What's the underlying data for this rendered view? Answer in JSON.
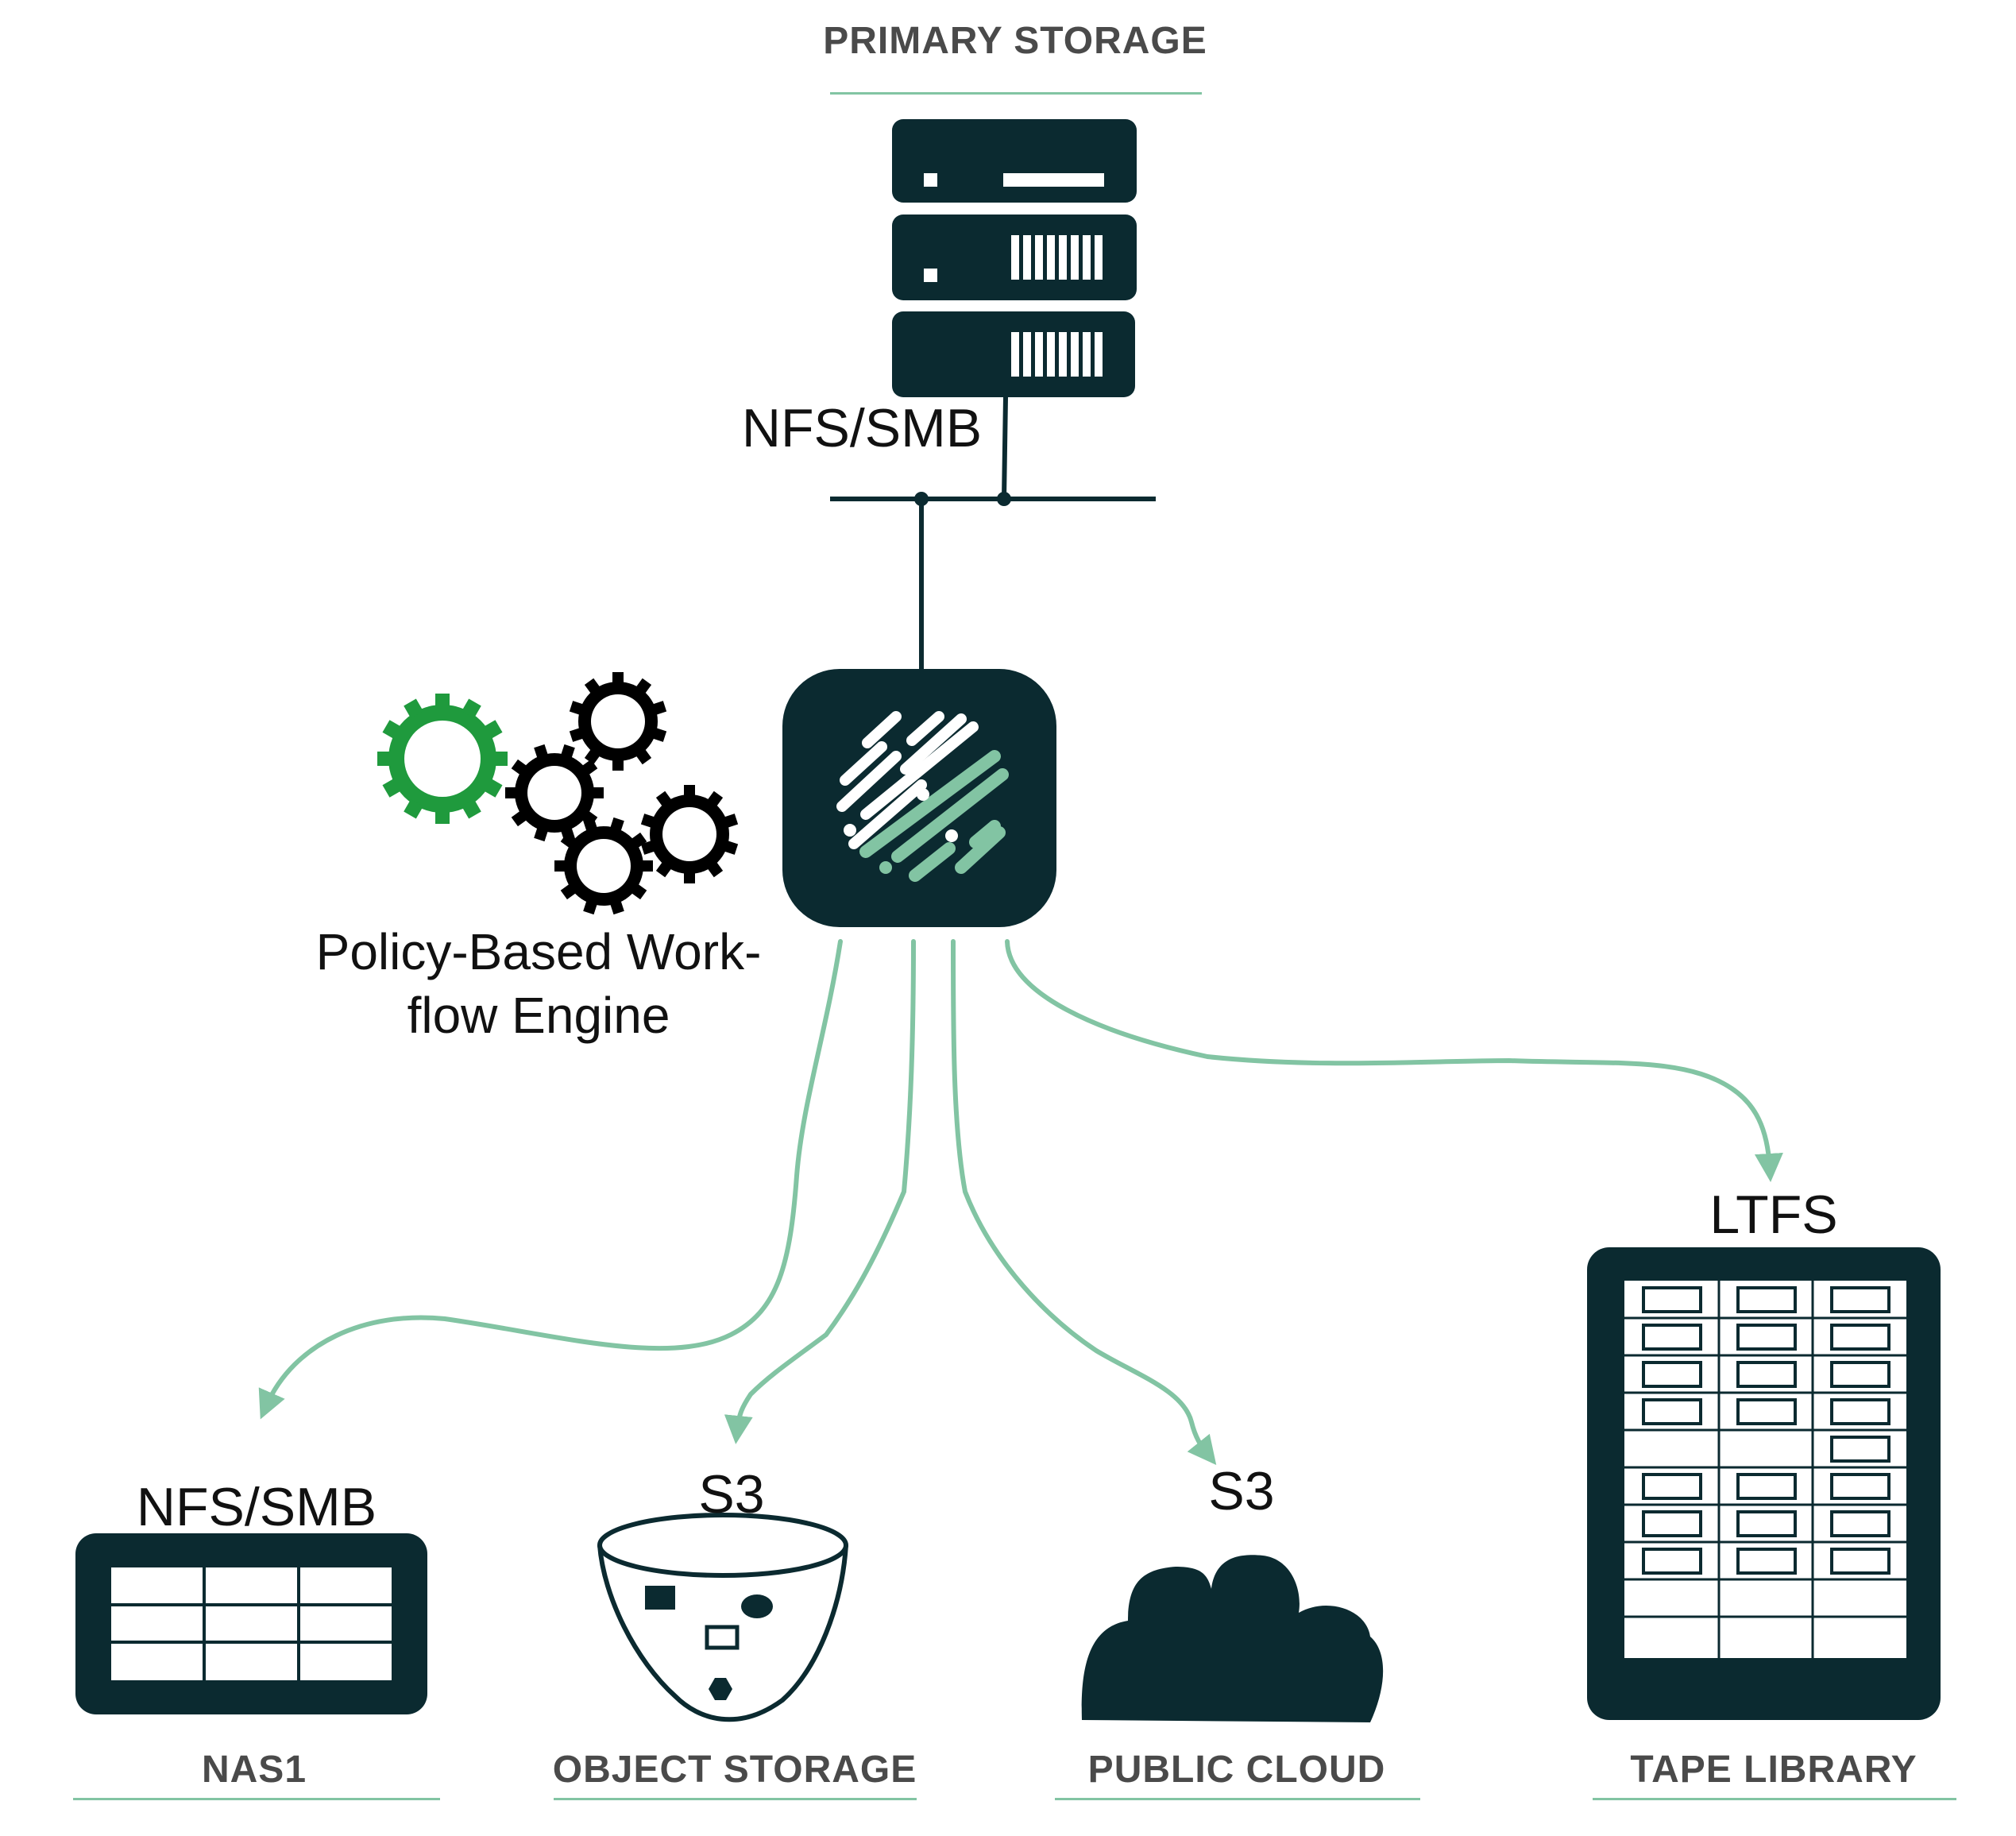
{
  "colors": {
    "dark": "#0b2a30",
    "accent": "#82c4a3",
    "gear_green": "#1f9a3d",
    "gear_black": "#000000",
    "title_gray": "#4a4a4a"
  },
  "primary": {
    "title": "PRIMARY STORAGE",
    "protocol": "NFS/SMB",
    "icon": "server-rack-icon"
  },
  "engine": {
    "line1": "Policy-Based Work-",
    "line2": "flow Engine",
    "icon": "gears-icon",
    "hub_icon": "stripes-logo-icon"
  },
  "targets": {
    "nas": {
      "title": "NAS1",
      "protocol": "NFS/SMB",
      "icon": "nas-grid-icon"
    },
    "object": {
      "title": "OBJECT STORAGE",
      "protocol": "S3",
      "icon": "bucket-icon"
    },
    "cloud": {
      "title": "PUBLIC CLOUD",
      "protocol": "S3",
      "icon": "cloud-icon"
    },
    "tape": {
      "title": "TAPE LIBRARY",
      "protocol": "LTFS",
      "icon": "tape-library-icon"
    }
  }
}
